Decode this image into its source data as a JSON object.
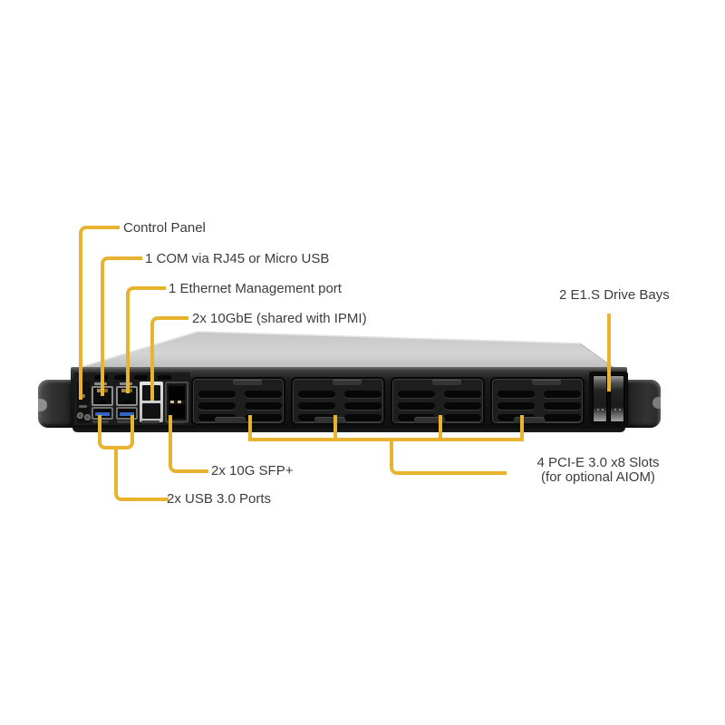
{
  "style": {
    "accent_color": "#e8b42f",
    "label_color": "#3c3c3c",
    "background_color": "#ffffff",
    "chassis_top_color": "#cdcdcd",
    "chassis_face_color": "#141414",
    "usb_port_color": "#2f66c2"
  },
  "callouts": {
    "control_panel": {
      "label": "Control Panel"
    },
    "com_port": {
      "label": "1 COM via RJ45 or Micro USB"
    },
    "ethernet_mgmt": {
      "label": "1 Ethernet Management port"
    },
    "ten_gbe": {
      "label": "2x 10GbE (shared with IPMI)"
    },
    "e1s_bays": {
      "label": "2 E1.S Drive Bays"
    },
    "sfp_ports": {
      "label": "2x 10G SFP+"
    },
    "usb_ports": {
      "label": "2x USB 3.0 Ports"
    },
    "pcie_slots": {
      "label_line1": "4 PCI-E 3.0 x8 Slots",
      "label_line2": "(for optional AIOM)"
    }
  }
}
